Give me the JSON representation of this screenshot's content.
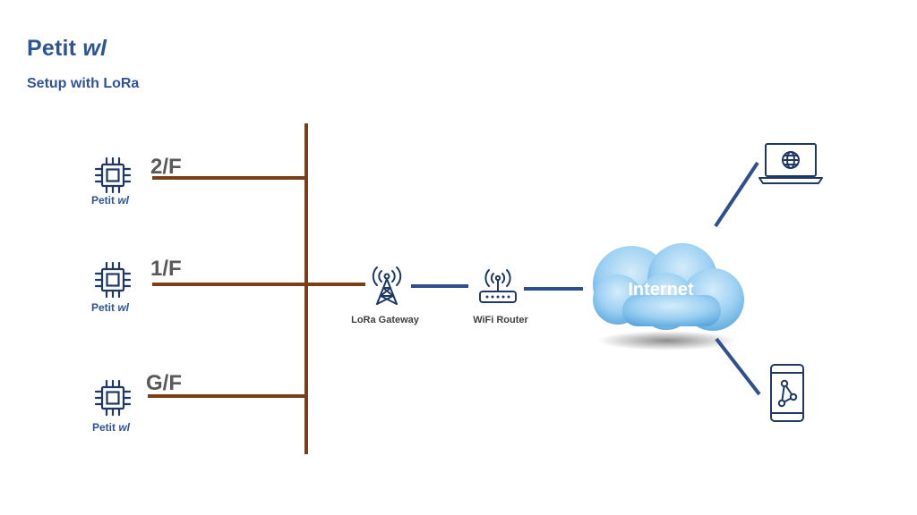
{
  "header": {
    "title_plain": "Petit ",
    "title_italic": "wl",
    "subtitle": "Setup with LoRa"
  },
  "floors": [
    {
      "label": "2/F",
      "device_plain": "Petit ",
      "device_italic": "wl"
    },
    {
      "label": "1/F",
      "device_plain": "Petit ",
      "device_italic": "wl"
    },
    {
      "label": "G/F",
      "device_plain": "Petit ",
      "device_italic": "wl"
    }
  ],
  "gateway": {
    "label": "LoRa Gateway",
    "icon": "cell-tower-icon"
  },
  "router": {
    "label": "WiFi Router",
    "icon": "wifi-router-icon"
  },
  "cloud": {
    "label": "Internet",
    "icon": "cloud-icon"
  },
  "clients": {
    "laptop_icon": "laptop-globe-icon",
    "phone_icon": "smartphone-network-icon"
  },
  "colors": {
    "title": "#2f5496",
    "cable": "#7b3f17",
    "link": "#2f4f8f",
    "icon": "#1f3864",
    "floor_label": "#595959"
  }
}
